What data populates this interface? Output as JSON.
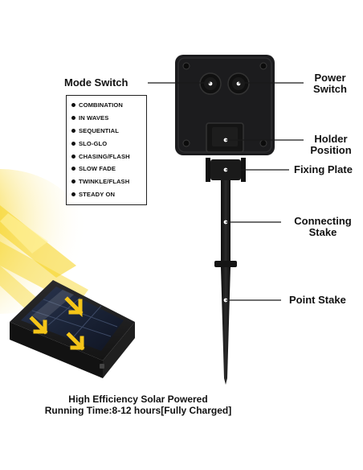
{
  "labels": {
    "mode_switch": "Mode Switch",
    "power_switch_line1": "Power",
    "power_switch_line2": "Switch",
    "holder_position_line1": "Holder",
    "holder_position_line2": "Position",
    "fixing_plate": "Fixing Plate",
    "connecting_stake_line1": "Connecting",
    "connecting_stake_line2": "Stake",
    "point_stake": "Point Stake"
  },
  "modes": [
    "COMBINATION",
    "IN WAVES",
    "SEQUENTIAL",
    "SLO-GLO",
    "CHASING/FLASH",
    "SLOW FADE",
    "TWINKLE/FLASH",
    "STEADY ON"
  ],
  "caption": {
    "line1": "High Efficiency Solar Powered",
    "line2": "Running Time:8-12 hours[Fully Charged]"
  },
  "colors": {
    "device": "#1c1c1e",
    "sun": "#f6d21a",
    "arrow": "#f5c518"
  }
}
